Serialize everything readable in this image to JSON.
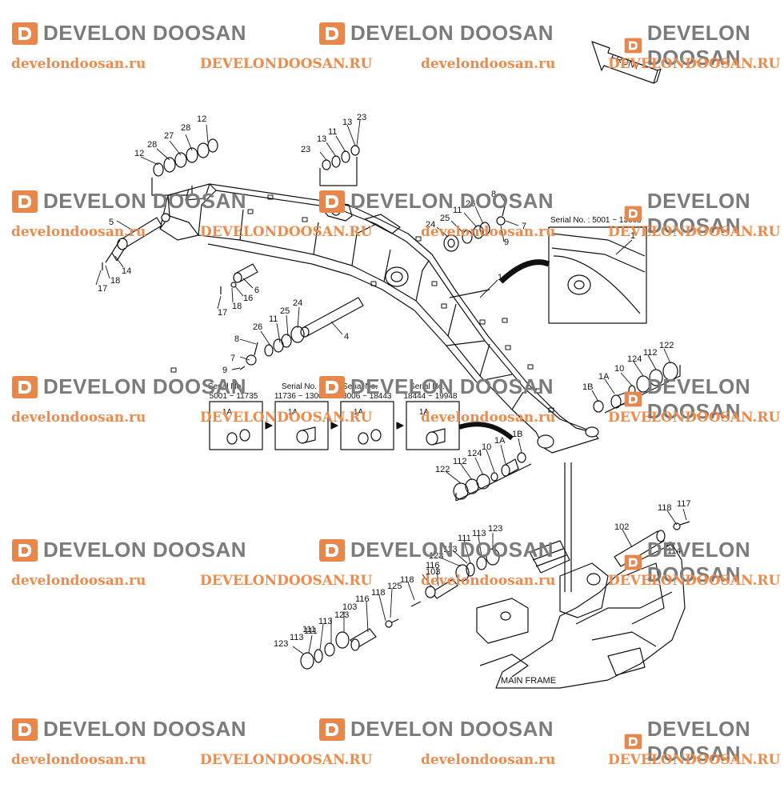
{
  "watermark": {
    "brand": "DEVELON DOOSAN",
    "url_lower": "develondoosan.ru",
    "url_upper": "DEVELONDOOSAN.RU",
    "brand_color": "#e8874b",
    "text_color": "#7b7b7b"
  },
  "front_label": "FRONT",
  "inset": {
    "serial": "Serial No. : 5001 ~ 13005",
    "callout": "1"
  },
  "main_frame_label": "MAIN FRAME",
  "serial_boxes": [
    {
      "title": "Serial No.",
      "range": "5001 ~ 11735",
      "part": "1A"
    },
    {
      "title": "Serial No.",
      "range": "11736 ~ 13005",
      "part": "1A"
    },
    {
      "title": "Serial No.",
      "range": "13006 ~ 18443",
      "part": "1A"
    },
    {
      "title": "Serial No.",
      "range": "18444 ~ 19948",
      "part": "1A"
    }
  ],
  "callouts": [
    "12",
    "28",
    "27",
    "28",
    "12",
    "13",
    "11",
    "13",
    "23",
    "23",
    "5",
    "14",
    "18",
    "17",
    "6",
    "16",
    "18",
    "17",
    "26",
    "11",
    "25",
    "24",
    "8",
    "7",
    "9",
    "4",
    "24",
    "25",
    "11",
    "26",
    "8",
    "7",
    "9",
    "1",
    "1B",
    "1A",
    "10",
    "124",
    "112",
    "122",
    "1B",
    "1A",
    "10",
    "124",
    "112",
    "122",
    "102",
    "118",
    "117",
    "114",
    "111",
    "113",
    "123",
    "123",
    "113",
    "116",
    "103",
    "118",
    "125",
    "116",
    "103",
    "118",
    "123",
    "113",
    "111",
    "123",
    "113",
    "111"
  ]
}
